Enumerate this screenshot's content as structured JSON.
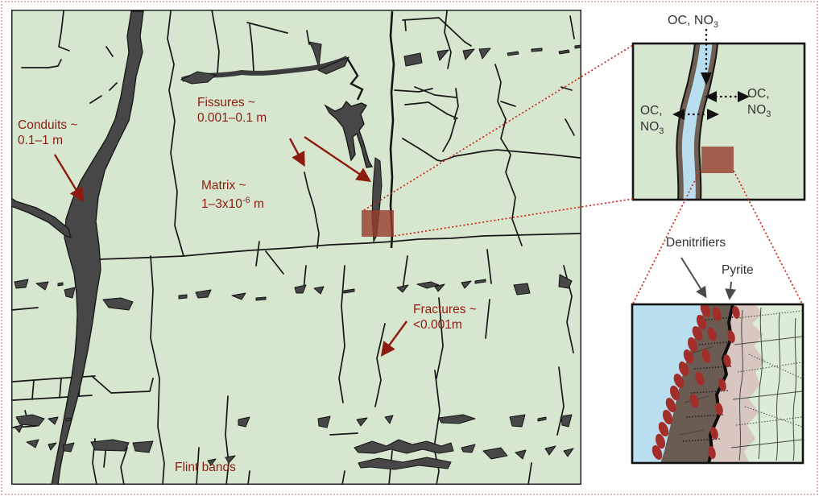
{
  "figure": {
    "description": "Chalk aquifer fracture diagram with two zoom insets",
    "main_panel": {
      "labels": {
        "conduits": {
          "title": "Conduits ~",
          "range": "0.1–1 m"
        },
        "fissures": {
          "title": "Fissures ~",
          "range": "0.001–0.1 m"
        },
        "matrix": {
          "title": "Matrix ~",
          "range_pre": "1–3x10",
          "range_sup": "-6",
          "range_post": " m"
        },
        "fractures": {
          "title": "Fractures ~",
          "range": "<0.001m"
        },
        "flint_bands": "Flint bands"
      }
    },
    "fissure_inset": {
      "top_solutes": {
        "text": "OC, NO",
        "sub": "3"
      },
      "left_solutes": {
        "line1": "OC,",
        "line2": "NO",
        "line2_sub": "3"
      },
      "right_solutes": {
        "line1": "OC,",
        "line2": "NO",
        "line2_sub": "3"
      }
    },
    "biofilm_inset": {
      "denitrifiers": "Denitrifiers",
      "pyrite": "Pyrite"
    },
    "colors": {
      "chalk_green": "#d7e7cf",
      "inset_green": "#dcecd7",
      "fracture_black": "#161616",
      "flint_grey": "#474747",
      "label_red": "#8e1b0f",
      "zoom_line_red": "#ce2418",
      "zoom_square_red": "#963c2c",
      "water_blue": "#b8deef",
      "biofilm_brown": "#6a5c52",
      "pyrite_black": "#0d0d0d",
      "halo_pink": "#d8c6c1",
      "denitrifier_red": "#a32d28",
      "inset_text_grey": "#333333"
    }
  }
}
